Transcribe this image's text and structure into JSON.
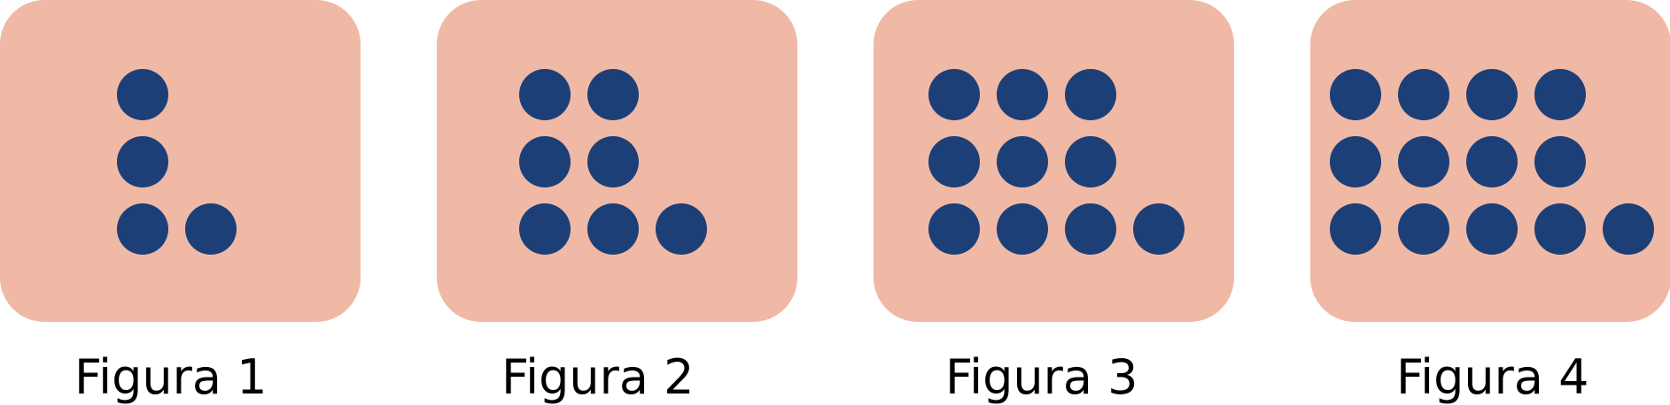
{
  "colors": {
    "card": "#f0b9a5",
    "dot": "#1c3f78",
    "caption": "#000000"
  },
  "figures": [
    {
      "label": "Figura 1",
      "columns": 1
    },
    {
      "label": "Figura 2",
      "columns": 2
    },
    {
      "label": "Figura 3",
      "columns": 3
    },
    {
      "label": "Figura 4",
      "columns": 4
    }
  ],
  "rows_per_grid": 2,
  "extra_dots_in_bottom_row": 1
}
